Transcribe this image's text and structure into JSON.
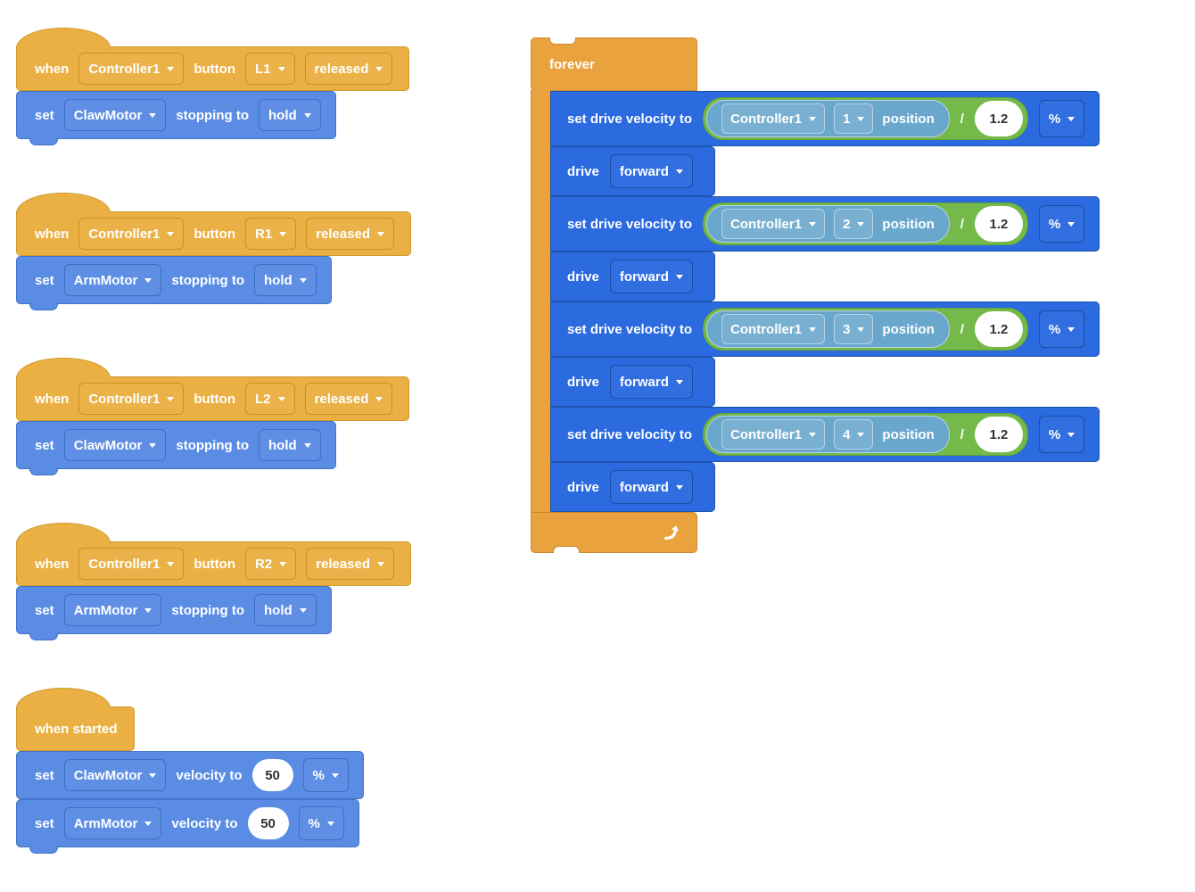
{
  "colors": {
    "event_gold": "#EAB043",
    "control_orange": "#E9A23E",
    "motor_blue": "#5A8CE4",
    "drivetrain_blue": "#2B6ADF",
    "operator_green": "#74B949",
    "sensing_steel": "#6AA7CD"
  },
  "events": [
    {
      "when": "when",
      "controller": "Controller1",
      "button_word": "button",
      "button": "L1",
      "state": "released",
      "set_word": "set",
      "motor": "ClawMotor",
      "stopping_word": "stopping to",
      "mode": "hold"
    },
    {
      "when": "when",
      "controller": "Controller1",
      "button_word": "button",
      "button": "R1",
      "state": "released",
      "set_word": "set",
      "motor": "ArmMotor",
      "stopping_word": "stopping to",
      "mode": "hold"
    },
    {
      "when": "when",
      "controller": "Controller1",
      "button_word": "button",
      "button": "L2",
      "state": "released",
      "set_word": "set",
      "motor": "ClawMotor",
      "stopping_word": "stopping to",
      "mode": "hold"
    },
    {
      "when": "when",
      "controller": "Controller1",
      "button_word": "button",
      "button": "R2",
      "state": "released",
      "set_word": "set",
      "motor": "ArmMotor",
      "stopping_word": "stopping to",
      "mode": "hold"
    }
  ],
  "started": {
    "hat": "when started",
    "rows": [
      {
        "set_word": "set",
        "motor": "ClawMotor",
        "vel_word": "velocity to",
        "value": "50",
        "unit": "%"
      },
      {
        "set_word": "set",
        "motor": "ArmMotor",
        "vel_word": "velocity to",
        "value": "50",
        "unit": "%"
      }
    ]
  },
  "forever": {
    "label": "forever",
    "sets": [
      {
        "label": "set drive velocity to",
        "controller": "Controller1",
        "axis": "1",
        "pos": "position",
        "op": "/",
        "div": "1.2",
        "unit": "%"
      },
      {
        "label": "set drive velocity to",
        "controller": "Controller1",
        "axis": "2",
        "pos": "position",
        "op": "/",
        "div": "1.2",
        "unit": "%"
      },
      {
        "label": "set drive velocity to",
        "controller": "Controller1",
        "axis": "3",
        "pos": "position",
        "op": "/",
        "div": "1.2",
        "unit": "%"
      },
      {
        "label": "set drive velocity to",
        "controller": "Controller1",
        "axis": "4",
        "pos": "position",
        "op": "/",
        "div": "1.2",
        "unit": "%"
      }
    ],
    "drives": [
      {
        "word": "drive",
        "dir": "forward"
      },
      {
        "word": "drive",
        "dir": "forward"
      },
      {
        "word": "drive",
        "dir": "forward"
      },
      {
        "word": "drive",
        "dir": "forward"
      }
    ]
  },
  "icons": {
    "dropdown_caret": "caret-down-icon",
    "loop_arrow": "loop-arrow-icon"
  }
}
